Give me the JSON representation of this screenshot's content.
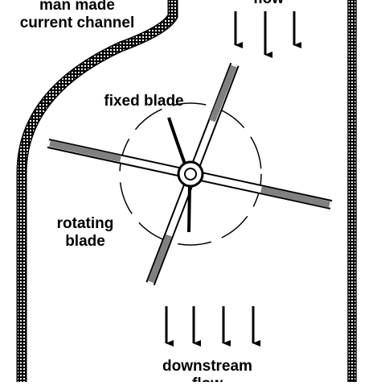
{
  "labels": {
    "channel_line1": "man made",
    "channel_line2": "current channel",
    "flow_top": "flow",
    "fixed_blade": "fixed blade",
    "rotating_line1": "rotating",
    "rotating_line2": "blade",
    "downstream_line1": "downstream",
    "downstream_line2": "flow"
  },
  "colors": {
    "ink": "#000000",
    "blade_grey": "#808080",
    "hatch_grey": "#9a9a9a",
    "background": "#ffffff"
  }
}
